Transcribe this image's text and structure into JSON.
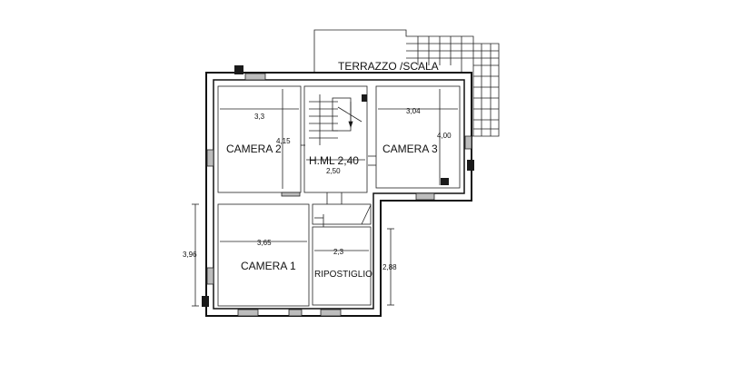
{
  "rooms": {
    "terrace": "TERRAZZO /SCALA",
    "camera2": "CAMERA 2",
    "hall": "H.ML 2,40",
    "camera3": "CAMERA 3",
    "camera1": "CAMERA 1",
    "storage": "RIPOSTIGLIO"
  },
  "dimensions": {
    "camera2_width": "3,3",
    "camera2_height": "4,15",
    "hall_width": "2,50",
    "camera3_width": "3,04",
    "camera3_height": "4,00",
    "camera1_width": "3,65",
    "camera1_height": "3,96",
    "storage_width": "2,3",
    "storage_height": "2,88"
  }
}
